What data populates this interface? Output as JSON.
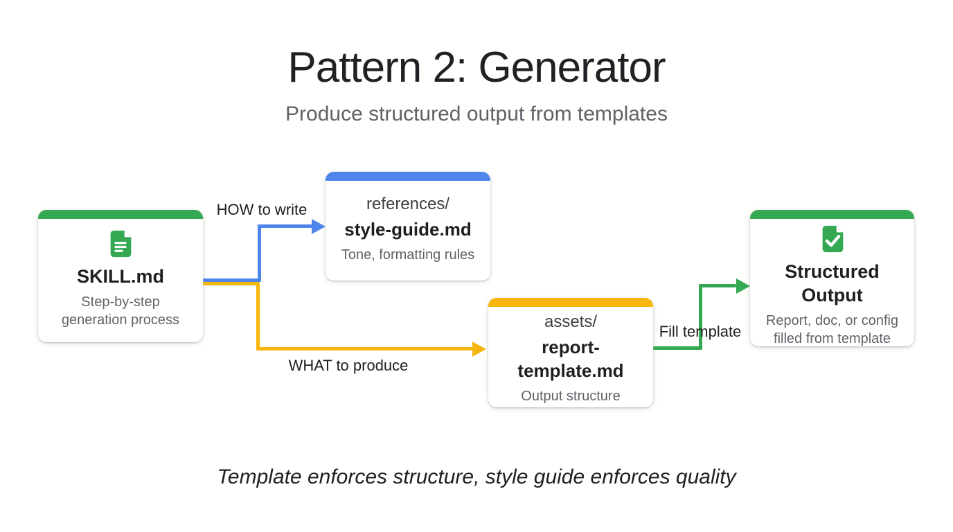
{
  "page": {
    "title": "Pattern 2: Generator",
    "subtitle": "Produce structured output from templates",
    "footer": "Template enforces structure, style guide enforces quality"
  },
  "colors": {
    "accent_green": "#34a853",
    "accent_blue": "#4f86ec",
    "accent_yellow": "#f6b60e",
    "title_text": "#202124",
    "muted_text": "#5f6368",
    "background": "#ffffff"
  },
  "nodes": {
    "skill": {
      "icon": "document-icon",
      "title": "SKILL.md",
      "description": "Step-by-step generation process",
      "accent": "#34a853"
    },
    "references": {
      "dir": "references/",
      "file": "style-guide.md",
      "description": "Tone, formatting rules",
      "accent": "#4f86ec"
    },
    "assets": {
      "dir": "assets/",
      "file": "report-template.md",
      "description": "Output structure",
      "accent": "#f6b60e"
    },
    "output": {
      "icon": "document-check-icon",
      "title": "Structured Output",
      "description": "Report, doc, or config filled from template",
      "accent": "#34a853"
    }
  },
  "edges": {
    "how": {
      "label": "HOW to write",
      "color": "#4f86ec",
      "from": "skill",
      "to": "references"
    },
    "what": {
      "label": "WHAT to produce",
      "color": "#f6b60e",
      "from": "skill",
      "to": "assets"
    },
    "fill": {
      "label": "Fill template",
      "color": "#34a853",
      "from": "assets",
      "to": "output"
    }
  }
}
